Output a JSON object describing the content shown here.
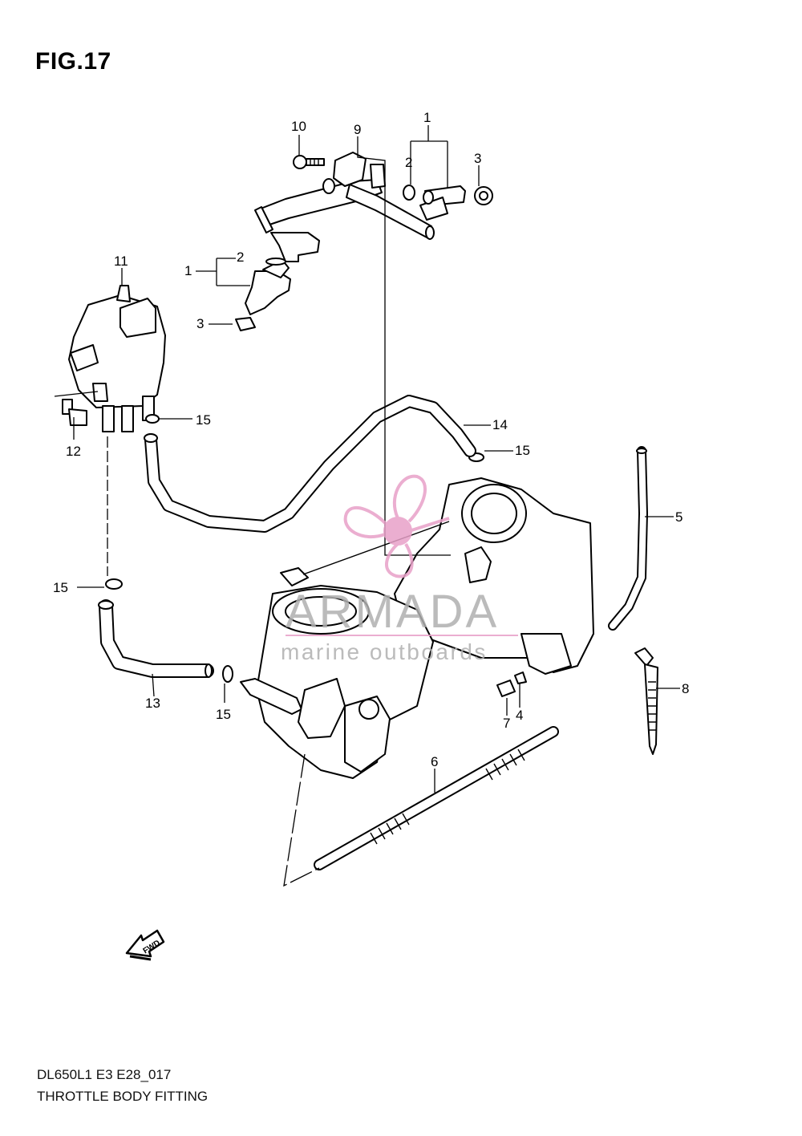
{
  "figure": {
    "title": "FIG.17"
  },
  "footer": {
    "model_code": "DL650L1 E3 E28_017",
    "section_name": "THROTTLE BODY FITTING"
  },
  "watermark": {
    "brand": "ARMADA",
    "tagline": "marine outboards",
    "icon": "propeller-logo-icon",
    "color": "#e8a0c8"
  },
  "fwd_marker": {
    "label": "FWD",
    "icon": "fwd-arrow-icon"
  },
  "callouts": {
    "c1_top": "1",
    "c2_top": "2",
    "c3_top": "3",
    "c9": "9",
    "c10": "10",
    "c1_left": "1",
    "c2_left": "2",
    "c3_left": "3",
    "c11": "11",
    "c12": "12",
    "c14": "14",
    "c15_a": "15",
    "c15_b": "15",
    "c15_c": "15",
    "c15_d": "15",
    "c13": "13",
    "c5": "5",
    "c8": "8",
    "c6": "6",
    "c7": "7",
    "c4": "4"
  }
}
